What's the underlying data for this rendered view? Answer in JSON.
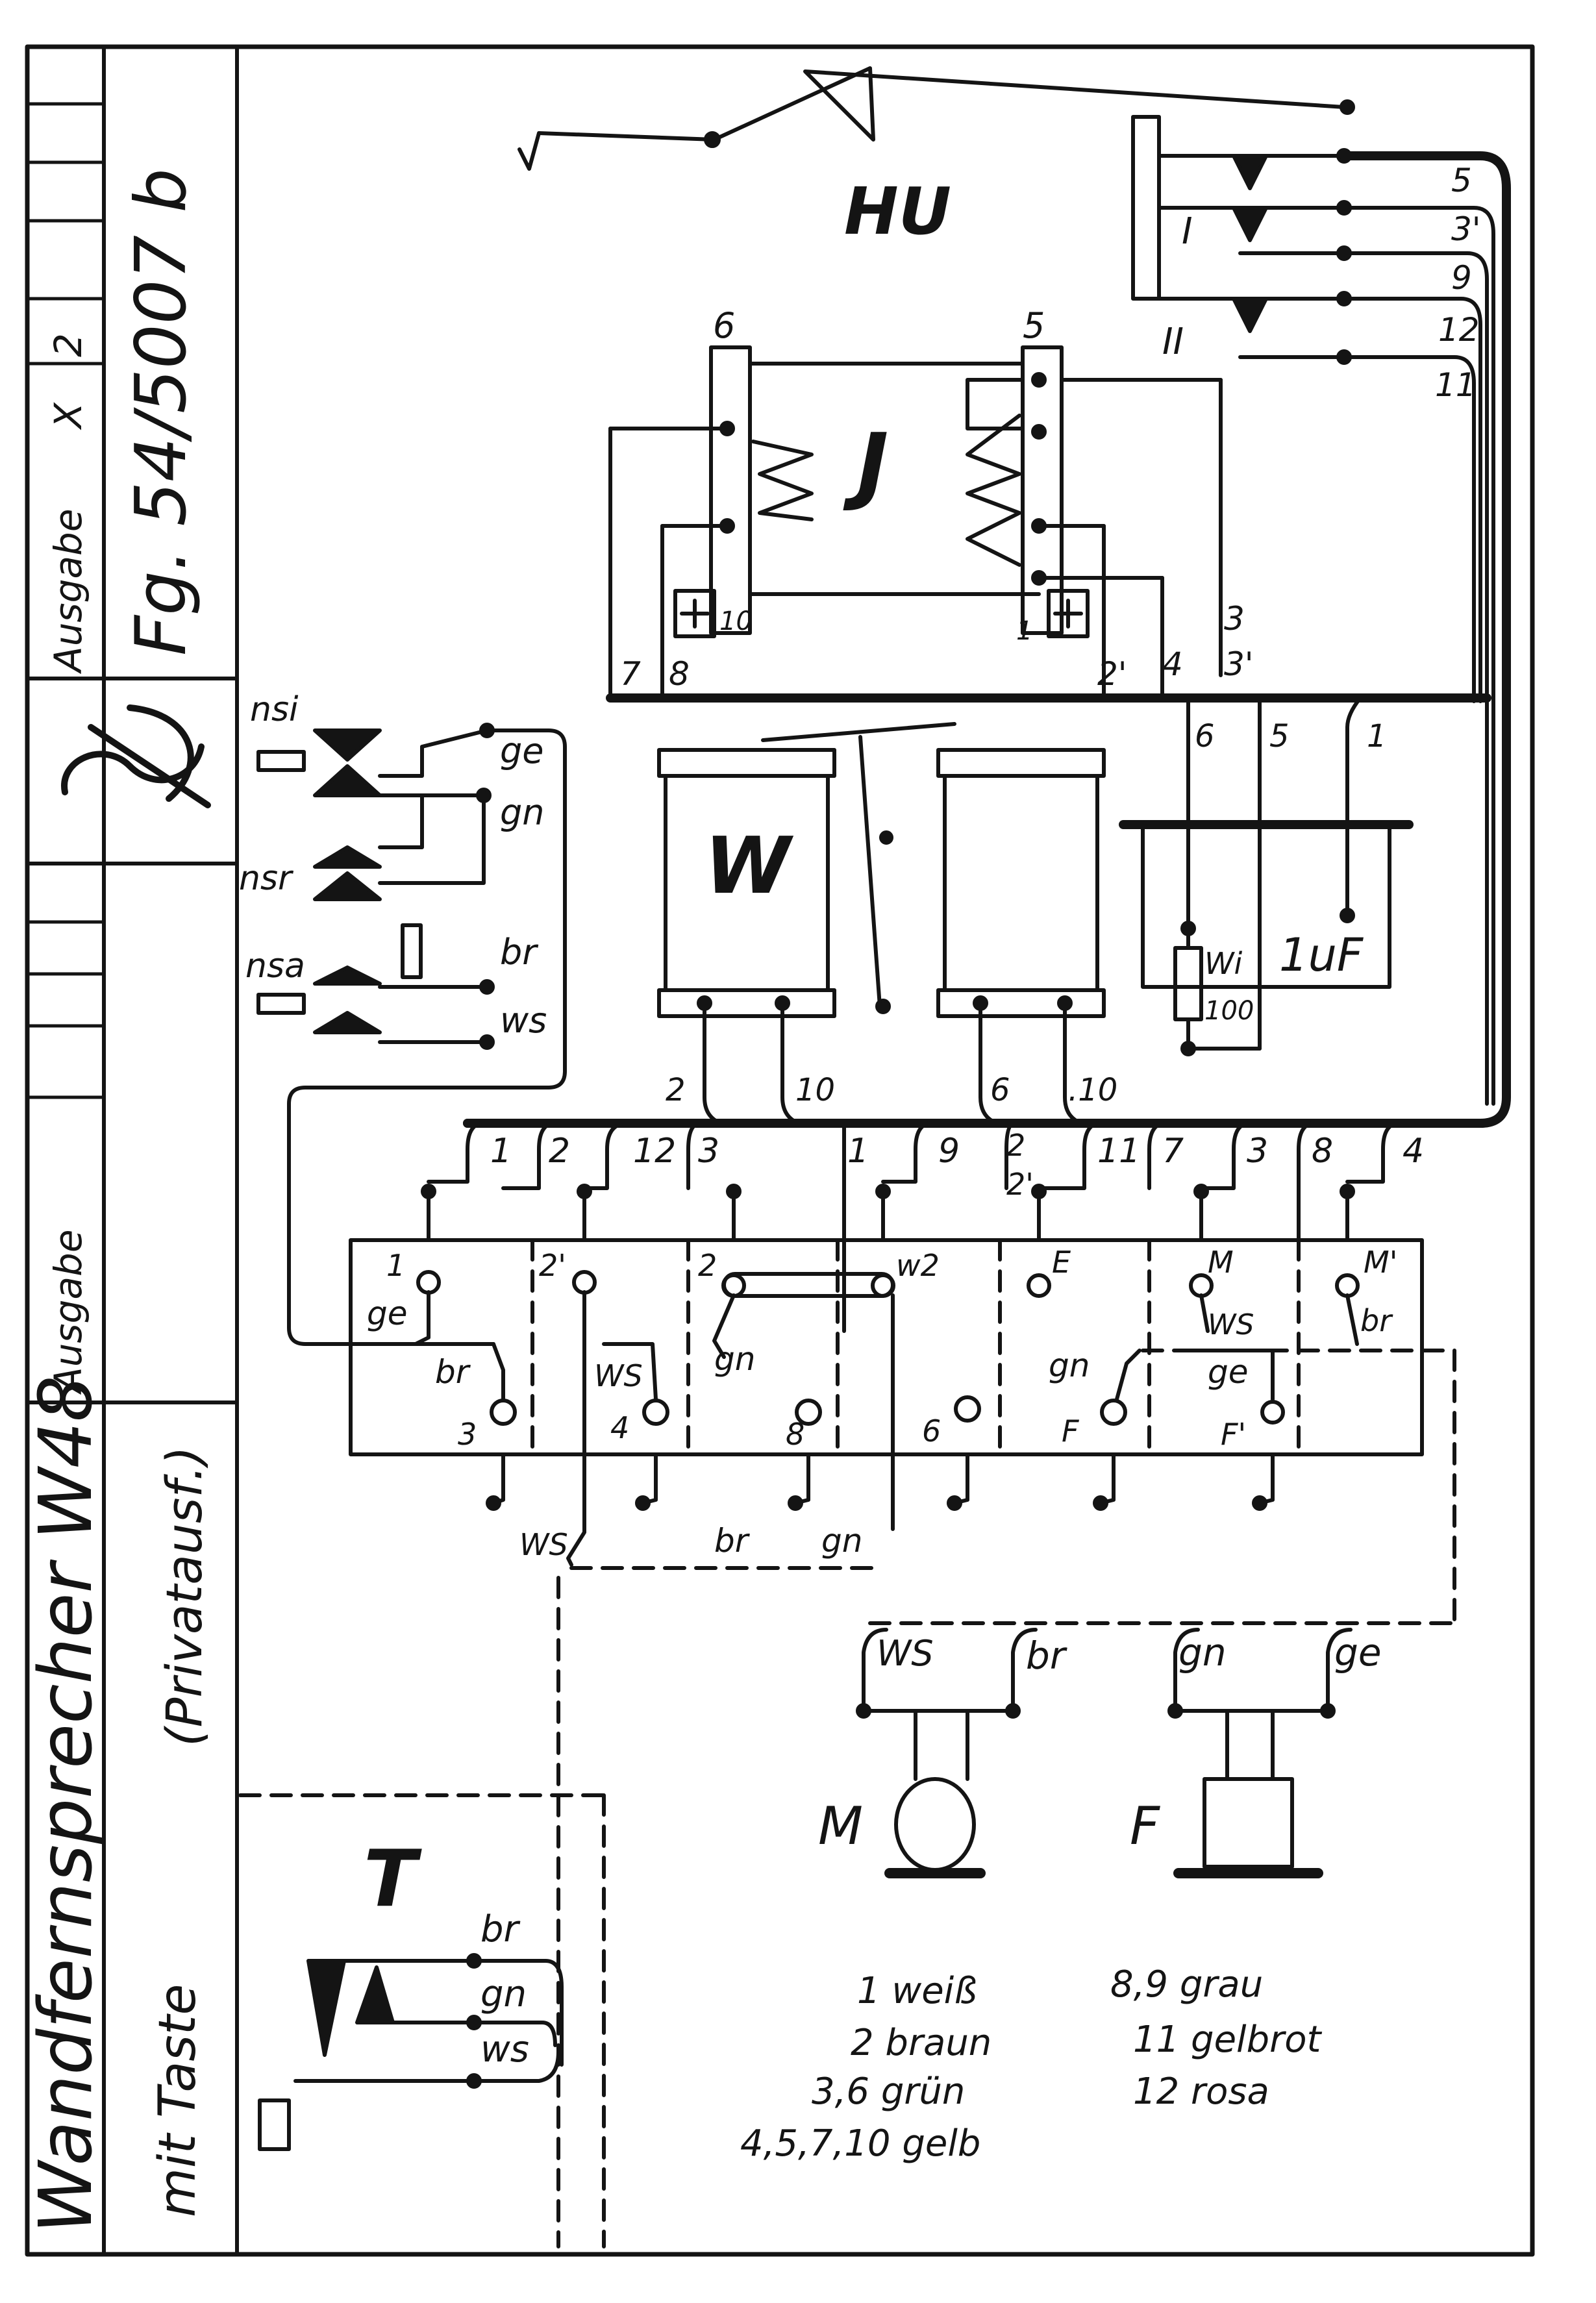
{
  "sidebar": {
    "title": "Wandfernsprecher W48",
    "subtitle": "mit Taste",
    "variant": "(Privatausf.)",
    "doc_number": "Fg. 54/5007 b",
    "edition_label": "Ausgabe",
    "edition_mark": "X",
    "edition_number": "2",
    "edition_label_2": "Ausgabe",
    "logo_text": "SH"
  },
  "components": {
    "hook_switch": "HU",
    "hook_switch_roman_1": "I",
    "hook_switch_roman_2": "II",
    "inductor": "J",
    "transformer": "W",
    "capacitor_value": "1uF",
    "resistor_label": "Wi",
    "resistor_value": "100",
    "key": "T",
    "microphone": "M",
    "receiver": "F",
    "nsi": "nsi",
    "nsr": "nsr",
    "nsa": "nsa"
  },
  "hook_terminals": [
    "5",
    "3'",
    "9",
    "12",
    "11"
  ],
  "inductor_labels": {
    "left_top": "6",
    "right_top": "5",
    "left_bottom": "10",
    "right_bottom": "1",
    "t7": "7",
    "t8": "8",
    "t2p": "2'",
    "t4": "4",
    "t3": "3",
    "t3p": "3'"
  },
  "cap_terminals": [
    "6",
    "5",
    "1"
  ],
  "transformer_terminals": [
    "2",
    "10",
    "6",
    ".10"
  ],
  "bus_numbers": [
    "1",
    "2",
    "12",
    "3",
    "1",
    "9",
    "2",
    "2'",
    "11",
    "7",
    "3",
    "8",
    "4"
  ],
  "block_terminals": {
    "t1": "1",
    "t2p": "2'",
    "t2": "2",
    "tw2": "w2",
    "tE": "E",
    "tM": "M",
    "tMp": "M'",
    "t3": "3",
    "t4": "4",
    "t8": "8",
    "t6": "6",
    "tF": "F",
    "tFp": "F'"
  },
  "wire_colors": {
    "ge": "ge",
    "gn": "gn",
    "br": "br",
    "ws": "ws",
    "ws_upper": "WS"
  },
  "legend": [
    "1 weiß",
    "2 braun",
    "3,6 grün",
    "4,5,7,10 gelb",
    "8,9 grau",
    "11 gelbrot",
    "12 rosa"
  ],
  "ink_color": "#141414",
  "paper_color": "#ffffff"
}
